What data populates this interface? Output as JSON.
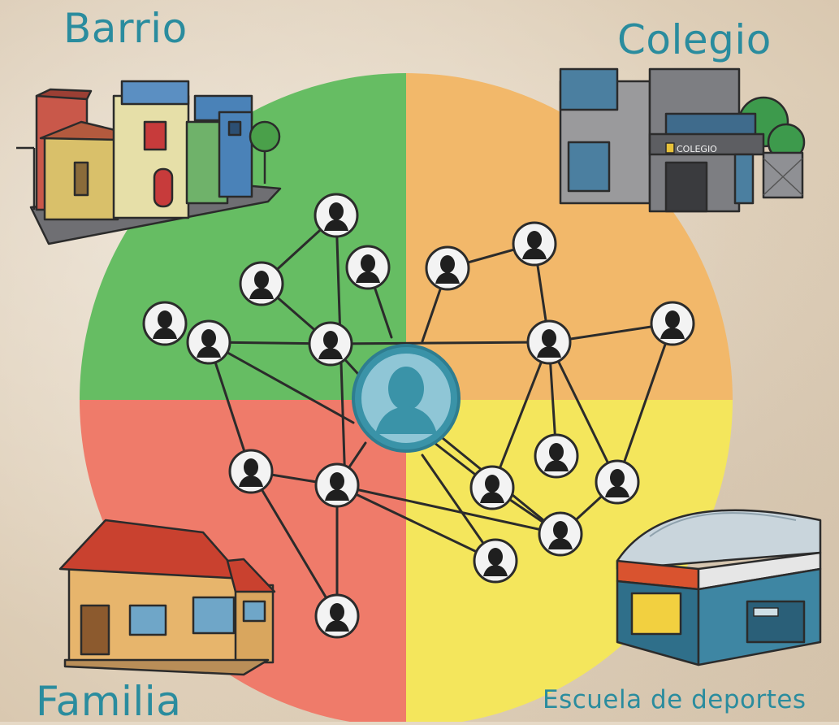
{
  "labels": {
    "barrio": "Barrio",
    "colegio": "Colegio",
    "familia": "Familia",
    "escuela": "Escuela de deportes",
    "school_sign": "COLEGIO"
  },
  "colors": {
    "barrio": "#66bd63",
    "colegio": "#f2b86a",
    "familia": "#ef7b6a",
    "escuela": "#f4e65c",
    "center_person": "#3a93a8",
    "label_text": "#2a8c9e"
  },
  "icons": [
    "person-icon",
    "house-icon",
    "school-building-icon",
    "sports-arena-icon",
    "street-buildings-icon"
  ]
}
